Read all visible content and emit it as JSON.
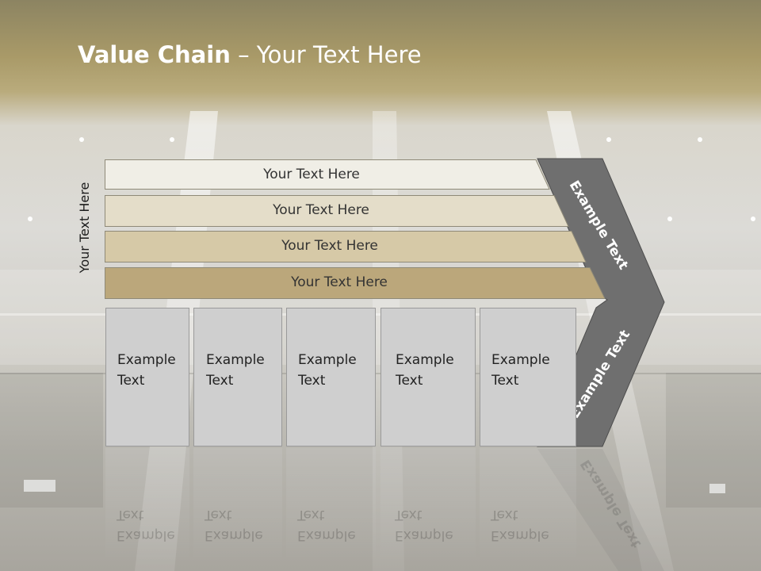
{
  "title": {
    "bold": "Value Chain",
    "rest": " – Your Text Here"
  },
  "side_label": "Your Text Here",
  "bands": [
    {
      "label": "Your Text Here",
      "color": "#f0eee6"
    },
    {
      "label": "Your Text Here",
      "color": "#e4ddc9"
    },
    {
      "label": "Your Text Here",
      "color": "#d6c9a7"
    },
    {
      "label": "Your Text Here",
      "color": "#bba77b"
    }
  ],
  "boxes": [
    {
      "line1": "Example",
      "line2": "Text"
    },
    {
      "line1": "Example",
      "line2": "Text"
    },
    {
      "line1": "Example",
      "line2": "Text"
    },
    {
      "line1": "Example",
      "line2": "Text"
    },
    {
      "line1": "Example",
      "line2": "Text"
    }
  ],
  "chevron": {
    "upper": "Example Text",
    "lower": "Example Text",
    "color": "#6f6f6f"
  }
}
